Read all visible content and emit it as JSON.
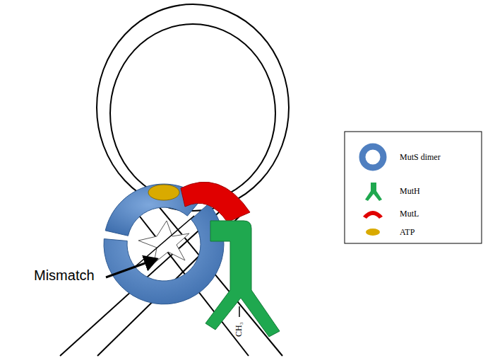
{
  "diagram": {
    "labels": [
      "Mismatch",
      "CH₃"
    ],
    "legend": [
      {
        "text": "MutS dimer"
      },
      {
        "text": "MutH"
      },
      {
        "text": "MutL"
      },
      {
        "text": "ATP"
      }
    ]
  }
}
